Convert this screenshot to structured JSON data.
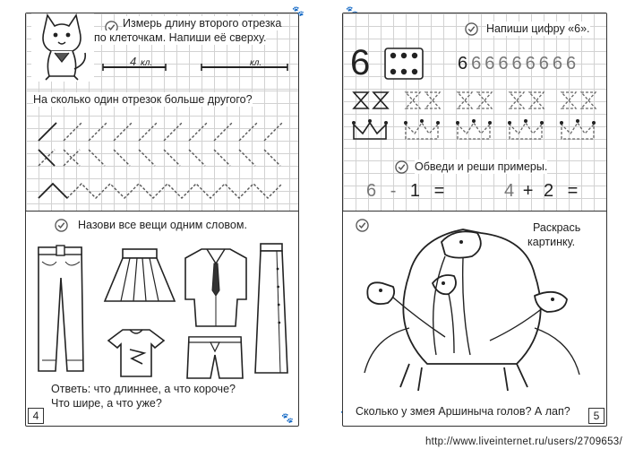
{
  "left_page": {
    "task1": {
      "text_line1": "Измерь длину второго отрезка",
      "text_line2": "по клеточкам. Напиши её сверху.",
      "seg1_value": "4",
      "seg1_unit": "кл.",
      "seg2_unit": "кл."
    },
    "task2": {
      "question": "На сколько один отрезок больше другого?"
    },
    "task3": {
      "title": "Назови все вещи одним словом.",
      "question_line1": "Ответь: что длиннее, а что короче?",
      "question_line2": "Что шире, а что уже?"
    },
    "page_number": "4"
  },
  "right_page": {
    "task1": {
      "title": "Напиши цифру «6».",
      "digit": "6"
    },
    "task2": {
      "title": "Обведи и реши примеры.",
      "example1": {
        "a": "6",
        "op": "-",
        "b": "1",
        "eq": "="
      },
      "example2": {
        "a": "4",
        "op": "+",
        "b": "2",
        "eq": "="
      }
    },
    "task3": {
      "title_line1": "Раскрась",
      "title_line2": "картинку.",
      "question": "Сколько у змея Аршиныча голов? А лап?"
    },
    "page_number": "5"
  },
  "watermark": "http://www.liveinternet.ru/users/2709653/",
  "icons": [
    "check-circle-icon",
    "paw-icon",
    "cat-illustration",
    "dragon-illustration"
  ]
}
